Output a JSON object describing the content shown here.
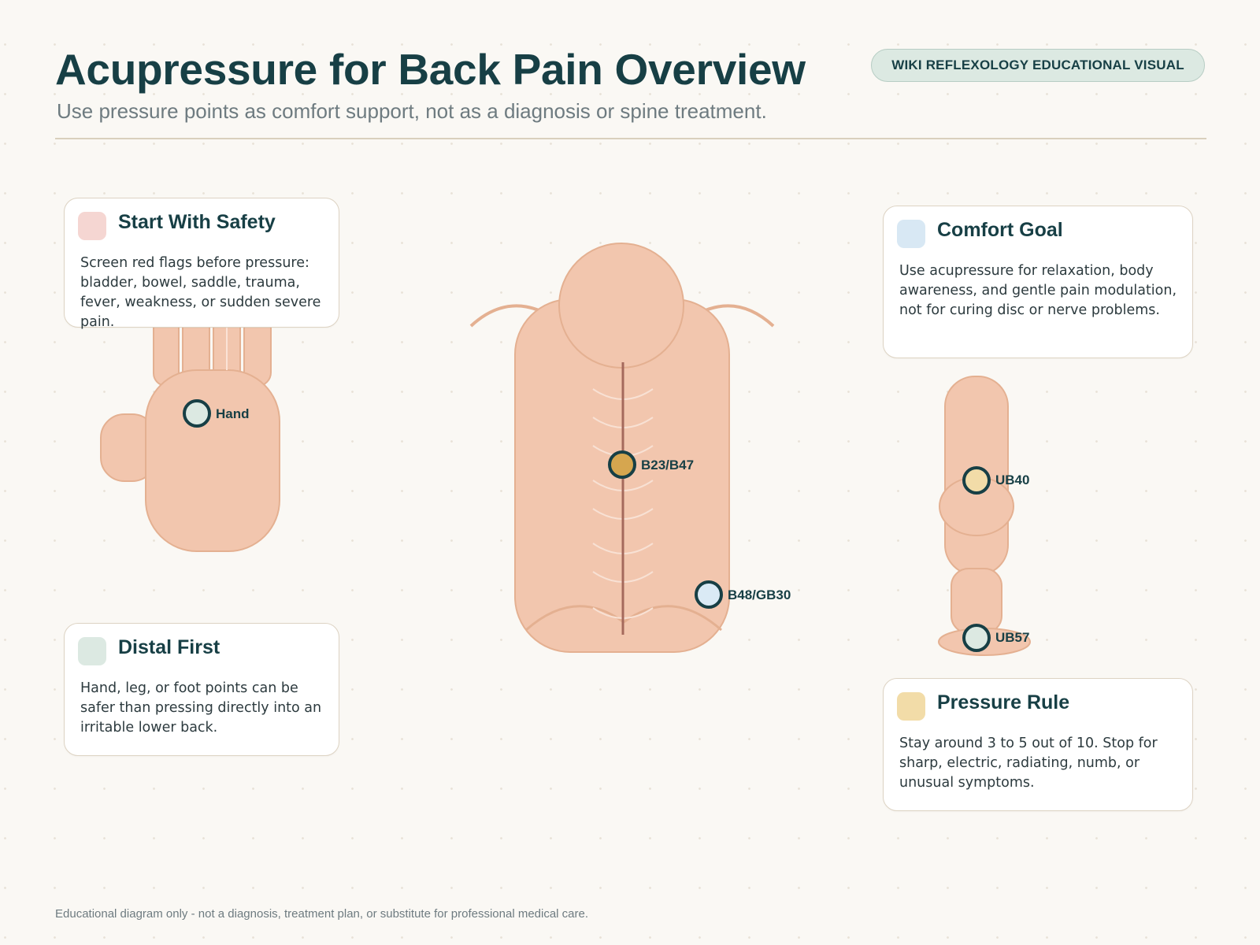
{
  "header": {
    "title": "Acupressure for Back Pain Overview",
    "subtitle": "Use pressure points as comfort support, not as a diagnosis or spine treatment.",
    "badge": "WIKI REFLEXOLOGY EDUCATIONAL VISUAL"
  },
  "cards": {
    "safety": {
      "title": "Start With Safety",
      "body": "Screen red flags before pressure: bladder, bowel, saddle, trauma, fever, weakness, or sudden severe pain.",
      "color": "#f5d6d2"
    },
    "distal": {
      "title": "Distal First",
      "body": "Hand, leg, or foot points can be safer than pressing directly into an irritable lower back.",
      "color": "#dce9e2"
    },
    "comfort": {
      "title": "Comfort Goal",
      "body": "Use acupressure for relaxation, body awareness, and gentle pain modulation, not for curing disc or nerve problems.",
      "color": "#d8e8f4"
    },
    "pressure": {
      "title": "Pressure Rule",
      "body": "Stay around 3 to 5 out of 10. Stop for sharp, electric, radiating, numb, or unusual symptoms.",
      "color": "#f2dca8"
    }
  },
  "points": {
    "hand": {
      "label": "Hand",
      "color": "#dce9e2"
    },
    "b23_b47": {
      "label": "B23/B47",
      "color": "#d6a64f"
    },
    "b48_gb30": {
      "label": "B48/GB30",
      "color": "#daeaf5"
    },
    "ub40": {
      "label": "UB40",
      "color": "#f2dca8"
    },
    "ub57": {
      "label": "UB57",
      "color": "#dce9e2"
    }
  },
  "palette": {
    "skin": "#f2c6ae",
    "skin_outline": "#e4b091",
    "spine": "#a5695c",
    "point_outline": "#173f45"
  },
  "footer": "Educational diagram only - not a diagnosis, treatment plan, or substitute for professional medical care."
}
